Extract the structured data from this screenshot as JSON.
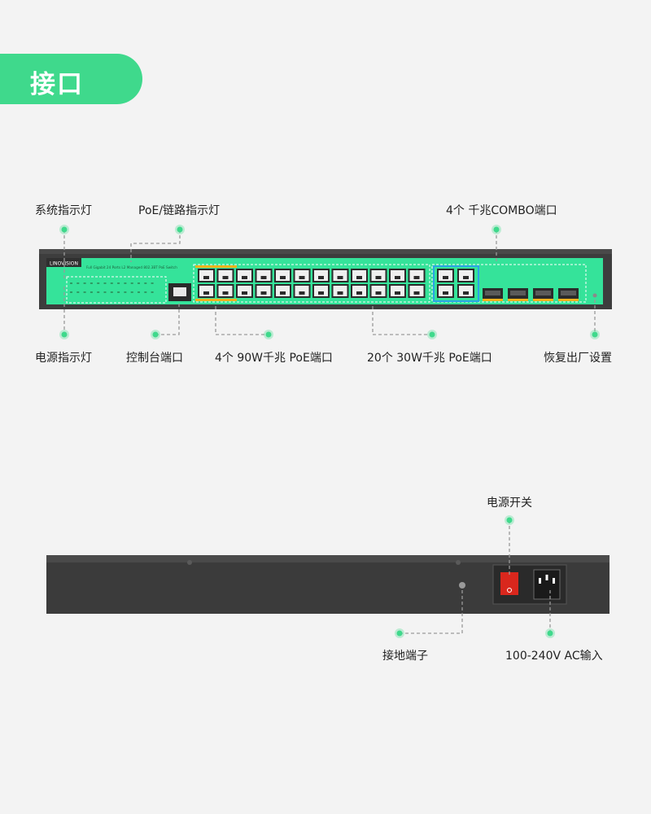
{
  "section": {
    "title": "接口"
  },
  "front": {
    "brand": "LINOVISION",
    "model_text": "Full Gigabit 24 Ports L2 Managed 802.3BT PoE Switch",
    "labels": {
      "system_led": "系统指示灯",
      "poe_link_led": "PoE/链路指示灯",
      "combo": "4个 千兆COMBO端口",
      "power_led": "电源指示灯",
      "console": "控制台端口",
      "poe90": "4个 90W千兆 PoE端口",
      "poe30": "20个 30W千兆 PoE端口",
      "reset": "恢复出厂设置"
    }
  },
  "rear": {
    "labels": {
      "power_switch": "电源开关",
      "ground": "接地端子",
      "ac_input": "100-240V AC输入"
    }
  },
  "colors": {
    "accent": "#3fd98c",
    "panel": "#35e39a",
    "chassis": "#3d3d3d",
    "dash": "#9a9a9a",
    "sfp": "#f2b21c",
    "combo_frame": "#2ba3e6",
    "switch_red": "#d9271d"
  }
}
